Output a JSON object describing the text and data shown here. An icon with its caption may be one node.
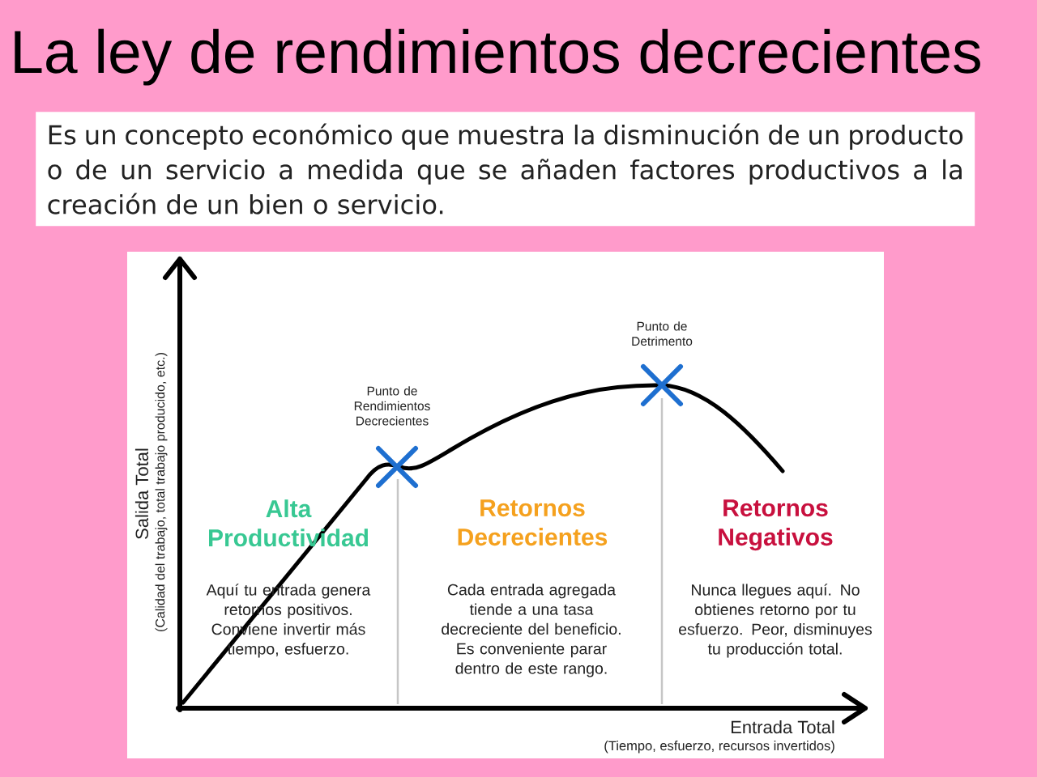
{
  "diagram": {
    "title": "La ley de rendimientos decrecientes",
    "nodes": [
      {
        "text": [
          "Es un concepto económico que muestra la disminución de un producto o de un servicio a medida que se añaden factores productivos a la creación de un bien o servicio."
        ]
      }
    ],
    "labels": [
      "Salida Total",
      "(Calidad del trabajo, total trabajo producido, etc.)",
      "Punto de Detrimento",
      "Punto de Rendimientos Decrecientes",
      "Alta Productividad",
      "Retornos Decrecientes",
      "Retornos Negativos",
      "Aquí tu entrada genera retornos positivos. Conviene invertir más tiempo, esfuerzo.",
      "Cada entrada agregada tiende a una tasa decreciente del beneficio. Es conveniente parar dentro de este rango.",
      "Nunca llegues aquí. No obtienes retorno por tu esfuerzo. Peor, disminuyes tu producción total.",
      "Entrada Total",
      "(Tiempo, esfuerzo, recursos invertidos)"
    ]
  }
}
